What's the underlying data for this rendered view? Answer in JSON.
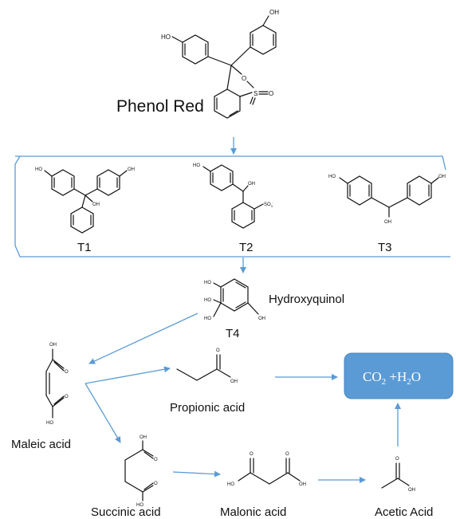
{
  "compounds": {
    "phenol_red": {
      "name": "Phenol Red",
      "atoms": {
        "oh1": "HO",
        "oh2": "OH",
        "o_ring": "O",
        "s": "S",
        "o_s": "O"
      }
    },
    "t1": {
      "name": "T1",
      "atoms": {
        "oh_left": "HO",
        "oh_right": "OH",
        "oh_center": "OH"
      }
    },
    "t2": {
      "name": "T2",
      "atoms": {
        "oh_left": "HO",
        "oh_center": "OH",
        "so3": "SO",
        "so3_sub": "3",
        "so3_charge": "-"
      }
    },
    "t3": {
      "name": "T3",
      "atoms": {
        "oh_left": "HO",
        "oh_right": "OH",
        "oh_center": "OH"
      }
    },
    "t4": {
      "name": "T4",
      "trivial_name": "Hydroxyquinol",
      "atoms": {
        "ho1": "HO",
        "ho2": "HO",
        "ho3": "HO",
        "oh": "OH"
      }
    },
    "maleic": {
      "name": "Maleic acid",
      "atoms": {
        "oh_top": "OH",
        "o_top": "O",
        "o_bottom": "O",
        "ho_bottom": "HO"
      }
    },
    "propionic": {
      "name": "Propionic acid",
      "atoms": {
        "o": "O",
        "oh": "OH"
      }
    },
    "succinic": {
      "name": "Succinic acid",
      "atoms": {
        "oh": "OH",
        "o_top": "O",
        "o_bottom": "O",
        "ho": "HO"
      }
    },
    "malonic": {
      "name": "Malonic acid",
      "atoms": {
        "o1": "O",
        "o2": "O",
        "ho": "HO",
        "oh": "OH"
      }
    },
    "acetic": {
      "name": "Acetic Acid",
      "atoms": {
        "o": "O",
        "oh": "OH"
      }
    }
  },
  "product": {
    "co": "CO",
    "co_sub": "2",
    "plus_h": " +H",
    "h_sub": "2",
    "o": "O"
  },
  "colors": {
    "arrow": "#5b9bd5",
    "product_fill": "#5b9bd5",
    "text": "#111111"
  }
}
